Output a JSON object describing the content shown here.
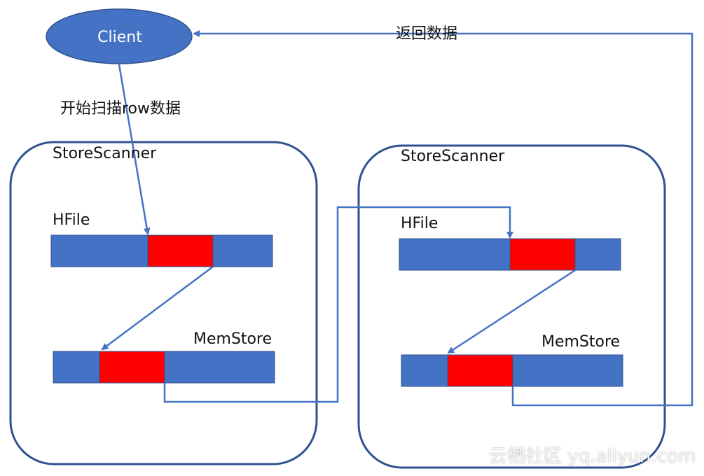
{
  "colors": {
    "blue_fill": "#4472C4",
    "red_fill": "#FF0000",
    "store_border": "#2F528F",
    "arrow": "#4472C4"
  },
  "client": {
    "label": "Client"
  },
  "edges": {
    "start_scan": "开始扫描row数据",
    "return_data": "返回数据"
  },
  "scanners": [
    {
      "title": "StoreScanner",
      "hfile_label": "HFile",
      "memstore_label": "MemStore"
    },
    {
      "title": "StoreScanner",
      "hfile_label": "HFile",
      "memstore_label": "MemStore"
    }
  ],
  "watermark": "云栖社区 yq.aliyun.com"
}
